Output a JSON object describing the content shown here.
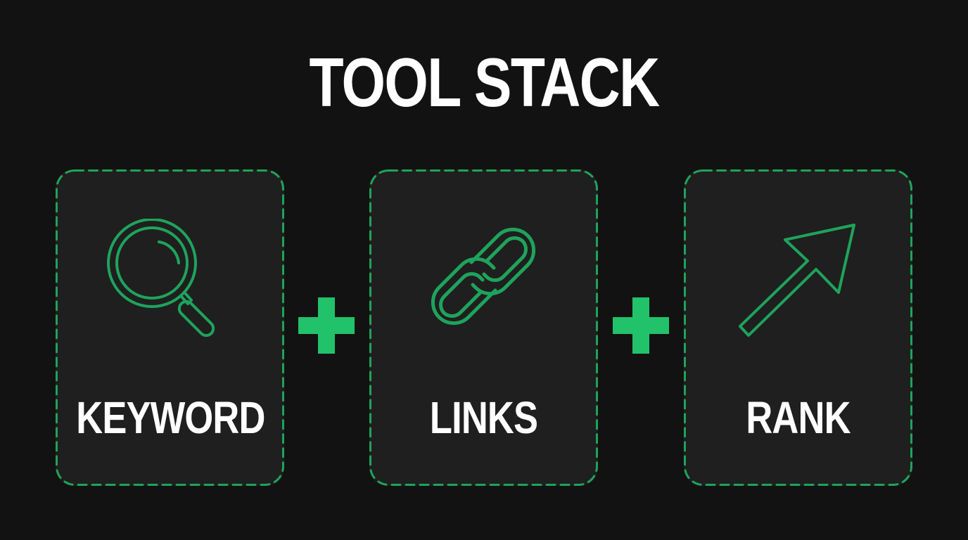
{
  "header": {
    "title": "TOOL STACK"
  },
  "colors": {
    "background": "#121212",
    "card": "#1f1f1f",
    "accent": "#1fa35c",
    "plus": "#22c26a",
    "text": "#ffffff"
  },
  "cards": [
    {
      "label": "KEYWORD",
      "icon": "magnifying-glass-icon"
    },
    {
      "label": "LINKS",
      "icon": "chain-link-icon"
    },
    {
      "label": "RANK",
      "icon": "arrow-up-right-icon"
    }
  ],
  "operators": [
    {
      "symbol": "+",
      "icon": "plus-icon"
    },
    {
      "symbol": "+",
      "icon": "plus-icon"
    }
  ]
}
